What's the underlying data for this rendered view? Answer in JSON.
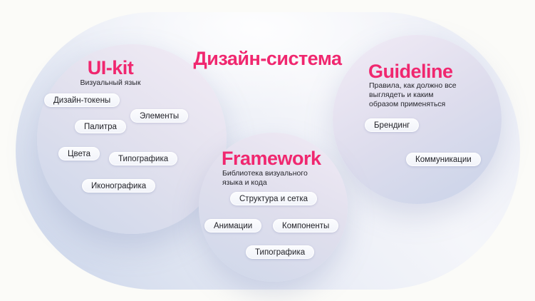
{
  "page_title": "Дизайн-система",
  "colors": {
    "accent_pink": "#F0276F",
    "pill_text": "#222228",
    "canvas_background": "#FBFBF8",
    "capsule_blue": "#CCD6EB",
    "circle_lavender": "#E6E2EF"
  },
  "groups": {
    "uikit": {
      "title": "UI-kit",
      "subtitle": "Визуальный язык",
      "pills": [
        "Дизайн-токены",
        "Элементы",
        "Палитра",
        "Цвета",
        "Типографика",
        "Иконографика"
      ]
    },
    "framework": {
      "title": "Framework",
      "subtitle": "Библиотека визуального языка и кода",
      "pills": [
        "Структура и сетка",
        "Анимации",
        "Компоненты",
        "Типографика"
      ]
    },
    "guideline": {
      "title": "Guideline",
      "subtitle": "Правила, как должно все выглядеть и каким образом применяться",
      "pills": [
        "Брендинг",
        "Коммуникации"
      ]
    }
  }
}
